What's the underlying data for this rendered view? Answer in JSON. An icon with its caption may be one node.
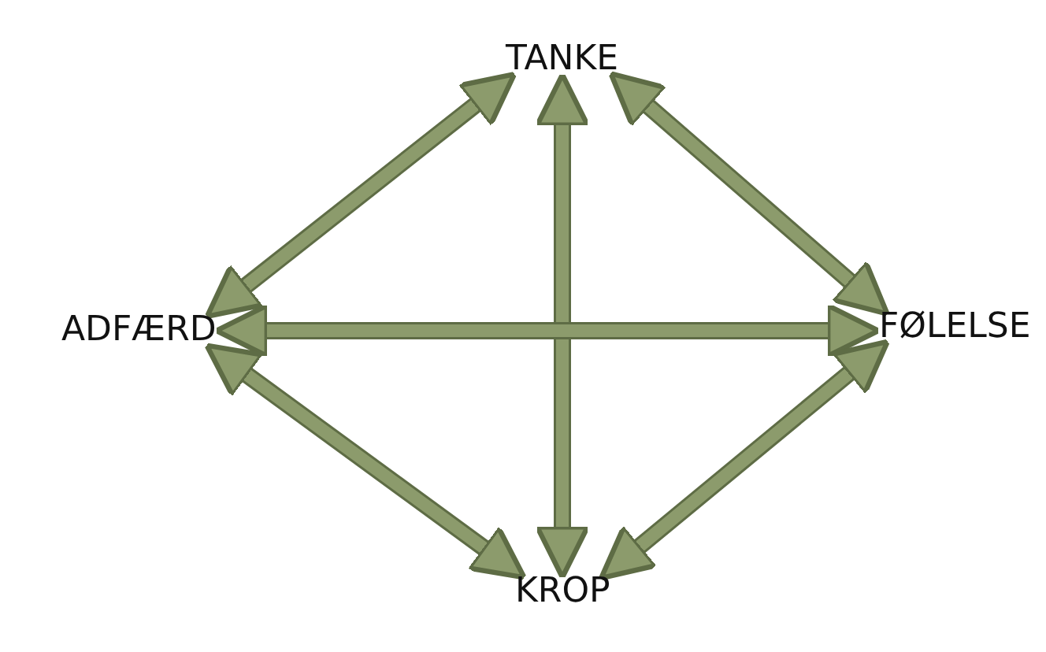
{
  "diagram": {
    "nodes": [
      {
        "text": [
          "TANKE"
        ]
      },
      {
        "text": [
          "ADFÆRD"
        ]
      },
      {
        "text": [
          "FØLELSE"
        ]
      },
      {
        "text": [
          "KROP"
        ]
      }
    ],
    "edges": [
      {
        "from": 0,
        "to": 3,
        "arrow": "both"
      },
      {
        "from": 1,
        "to": 2,
        "arrow": "both"
      },
      {
        "from": 0,
        "to": 1,
        "arrow": "both"
      },
      {
        "from": 0,
        "to": 2,
        "arrow": "both"
      },
      {
        "from": 1,
        "to": 3,
        "arrow": "both"
      },
      {
        "from": 2,
        "to": 3,
        "arrow": "both"
      }
    ]
  }
}
